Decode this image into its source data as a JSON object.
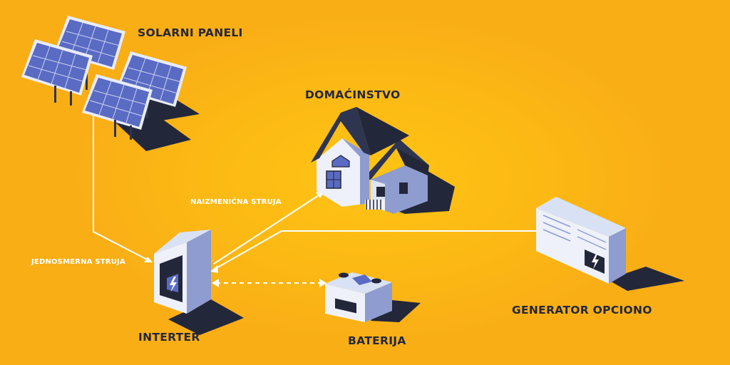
{
  "labels": {
    "solar_panels": "SOLARNI PANELI",
    "household": "DOMAĆINSTVO",
    "ac_current": "NAIZMENIČNA STRUJA",
    "dc_current": "JEDNOSMERNA STRUJA",
    "inverter": "INTERTER",
    "battery": "BATERIJA",
    "generator": "GENERATOR OPCIONO"
  },
  "colors": {
    "background": "#FCB814",
    "dark": "#23273A",
    "panel_blue": "#5A6BC4",
    "device_light": "#D9E2F5",
    "device_mid": "#8E9CCF",
    "connector": "#FFFFFF"
  }
}
